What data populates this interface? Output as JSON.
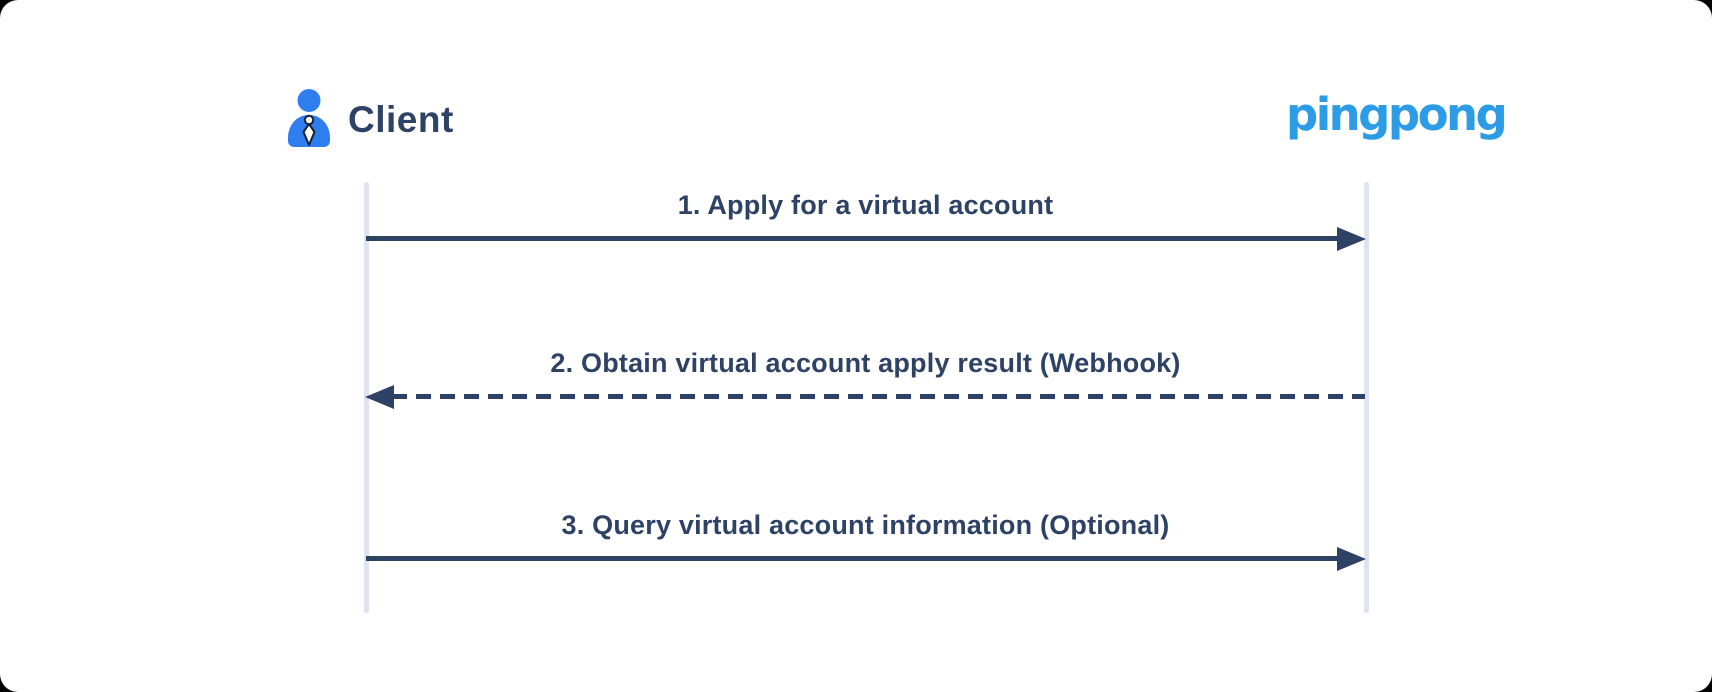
{
  "theme": {
    "page-bg": "#000000",
    "card-bg": "#ffffff",
    "navy": "#2e4265",
    "lifeline": "#dde3f1",
    "client-blue": "#2e7ef0",
    "pingpong-blue": "#2b9ce5",
    "tie-outline": "#16202f"
  },
  "actors": {
    "client": {
      "label": "Client",
      "icon": "person-tie-icon"
    },
    "pingpong": {
      "label": "pingpong"
    }
  },
  "diagram": {
    "type": "sequence",
    "lifelines": [
      "client",
      "pingpong"
    ],
    "messages": [
      {
        "step": 1,
        "label": "1. Apply for a virtual account",
        "from": "client",
        "to": "pingpong",
        "style": "solid",
        "direction": "right"
      },
      {
        "step": 2,
        "label": "2. Obtain virtual account apply result (Webhook)",
        "from": "pingpong",
        "to": "client",
        "style": "dashed",
        "direction": "left"
      },
      {
        "step": 3,
        "label": "3. Query virtual account information (Optional)",
        "from": "client",
        "to": "pingpong",
        "style": "solid",
        "direction": "right"
      }
    ]
  }
}
